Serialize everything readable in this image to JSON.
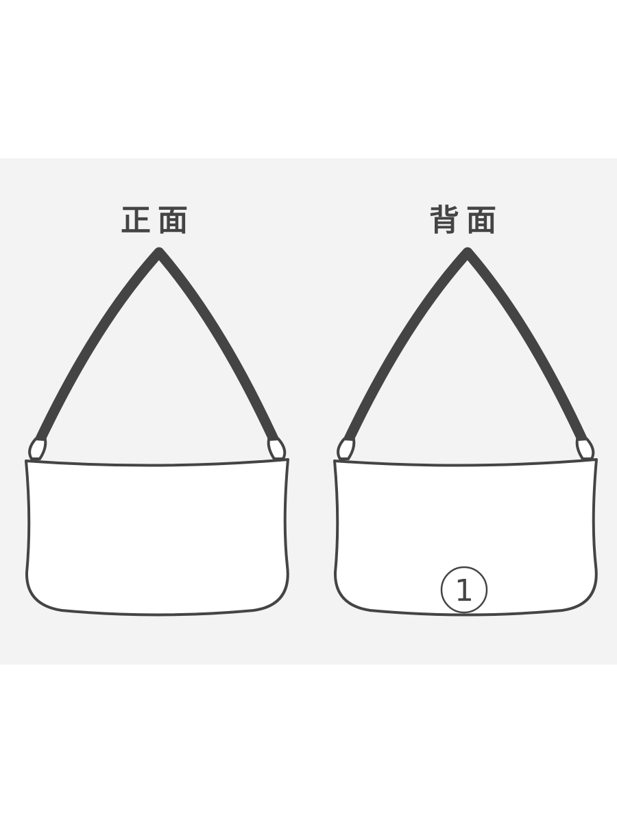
{
  "front_view": {
    "label": "正面"
  },
  "back_view": {
    "label": "背面",
    "marker": "1"
  },
  "colors": {
    "outline": "#444444",
    "panel_background": "#f3f3f3",
    "page_background": "#ffffff",
    "bag_fill": "#ffffff"
  }
}
